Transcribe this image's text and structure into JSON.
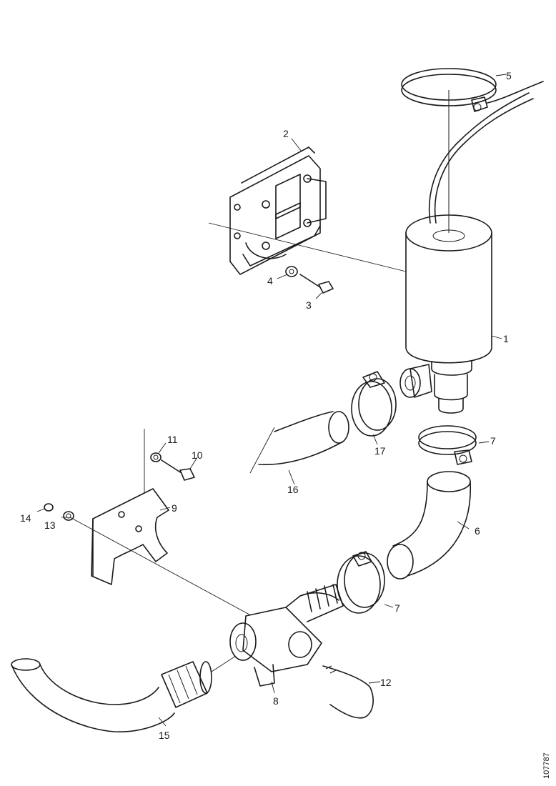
{
  "callouts": {
    "c1": "1",
    "c2": "2",
    "c3": "3",
    "c4": "4",
    "c5": "5",
    "c6": "6",
    "c7a": "7",
    "c7b": "7",
    "c8": "8",
    "c9": "9",
    "c10": "10",
    "c11": "11",
    "c12": "12",
    "c13": "13",
    "c14": "14",
    "c15": "15",
    "c16": "16",
    "c17": "17"
  },
  "document_id": "107787"
}
